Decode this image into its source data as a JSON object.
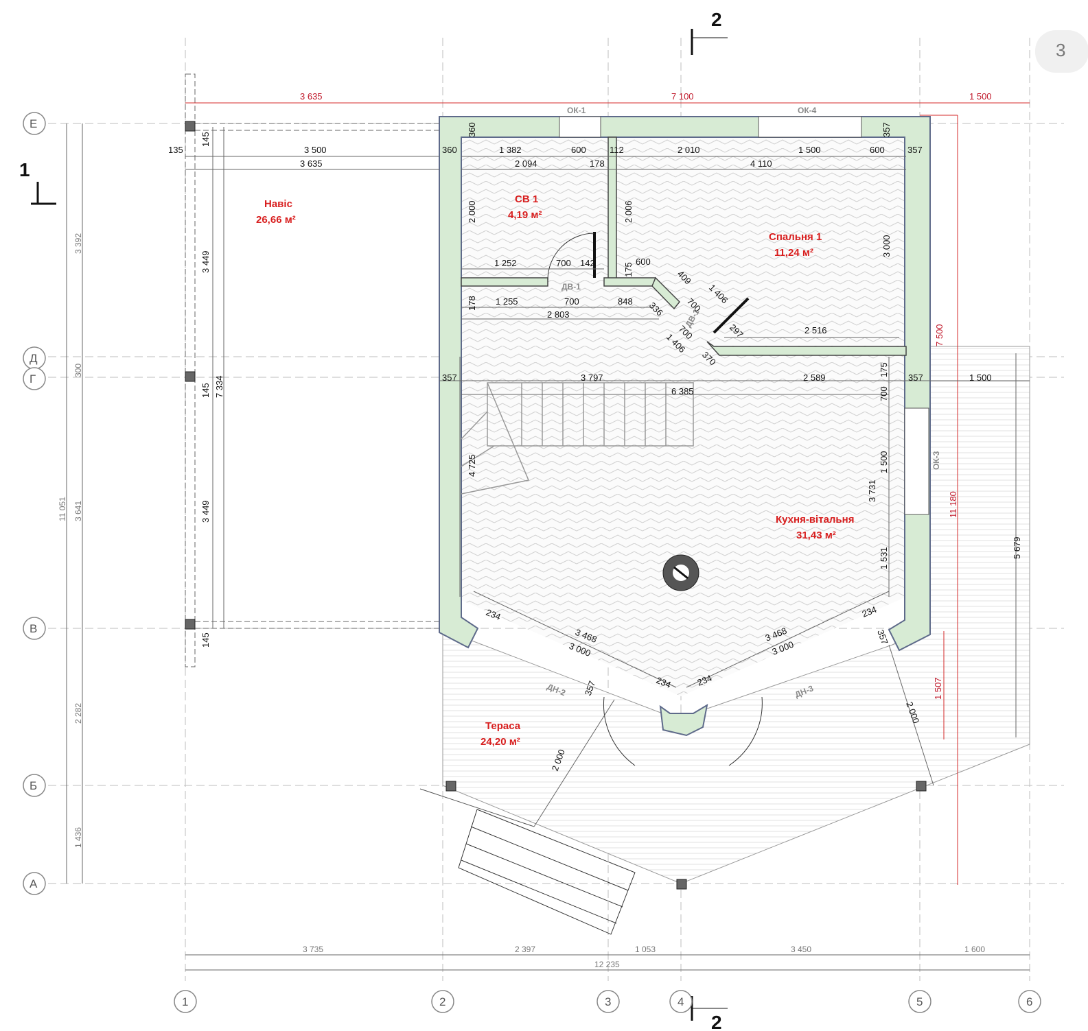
{
  "page": {
    "number": "3"
  },
  "axes": {
    "columns": [
      "1",
      "2",
      "3",
      "4",
      "5",
      "6"
    ],
    "rows": [
      "Е",
      "Д",
      "Г",
      "В",
      "Б",
      "А"
    ]
  },
  "sections": {
    "s1": "1",
    "s2_top": "2",
    "s2_bottom": "2"
  },
  "rooms": [
    {
      "name": "Навіс",
      "area": "26,66 м²"
    },
    {
      "name": "СВ 1",
      "area": "4,19 м²"
    },
    {
      "name": "Спальня 1",
      "area": "11,24 м²"
    },
    {
      "name": "Кухня-вітальня",
      "area": "31,43 м²"
    },
    {
      "name": "Тераса",
      "area": "24,20 м²"
    }
  ],
  "openings": [
    "ОК-1",
    "ОК-4",
    "ОК-3",
    "ДВ-1",
    "ДВ-1",
    "ДН-2",
    "ДН-3"
  ],
  "dims": {
    "top_red": [
      "3 635",
      "7 100",
      "1 500"
    ],
    "top_row1": [
      "135",
      "3 500",
      "360",
      "1 382",
      "600",
      "112",
      "2 010",
      "1 500",
      "600",
      "357"
    ],
    "top_row2": [
      "3 635",
      "2 094",
      "178",
      "4 110"
    ],
    "verticals_top": [
      "360",
      "357",
      "145",
      "2 000",
      "2 006",
      "3 000",
      "3 449",
      "175"
    ],
    "mid": [
      "1 252",
      "700",
      "142",
      "600",
      "1 255",
      "700",
      "848",
      "336",
      "178",
      "2 803",
      "409",
      "1 406",
      "700",
      "297",
      "2 516",
      "700",
      "1 406",
      "370"
    ],
    "row_g": [
      "357",
      "3 797",
      "2 589",
      "357",
      "1 500",
      "6 385"
    ],
    "left_side": [
      "145",
      "7 334",
      "3 449",
      "145",
      "4 725"
    ],
    "right_side": [
      "175",
      "700",
      "1 500",
      "3 731",
      "1 531",
      "7 500",
      "11 180",
      "5 679",
      "ОК-3"
    ],
    "lower": [
      "234",
      "3 468",
      "3 000",
      "234",
      "234",
      "3 468",
      "3 000",
      "234",
      "357",
      "357",
      "1 507",
      "2 000",
      "2 000"
    ],
    "left_gray": [
      "3 392",
      "300",
      "3 641",
      "11 051",
      "2 282",
      "1 436"
    ],
    "bottom_row": [
      "3 735",
      "2 397",
      "1 053",
      "3 450",
      "1 600"
    ],
    "bottom_total": "12 235"
  }
}
